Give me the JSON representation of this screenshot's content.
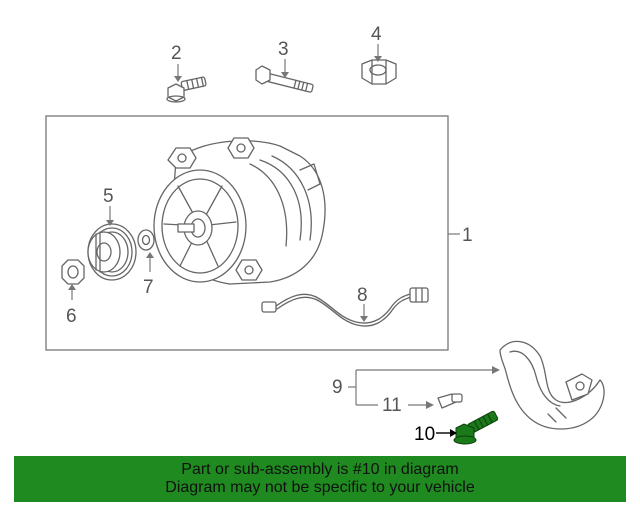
{
  "callouts": {
    "c1": "1",
    "c2": "2",
    "c3": "3",
    "c4": "4",
    "c5": "5",
    "c6": "6",
    "c7": "7",
    "c8": "8",
    "c9": "9",
    "c10": "10",
    "c11": "11"
  },
  "highlighted_part": "10",
  "colors": {
    "banner_bg": "#1f8a1f",
    "highlight_part": "#1a7a1a",
    "line_art": "#666666"
  },
  "banner": {
    "line1": "Part or sub-assembly is #10 in diagram",
    "line2": "Diagram may not be specific to your vehicle"
  }
}
